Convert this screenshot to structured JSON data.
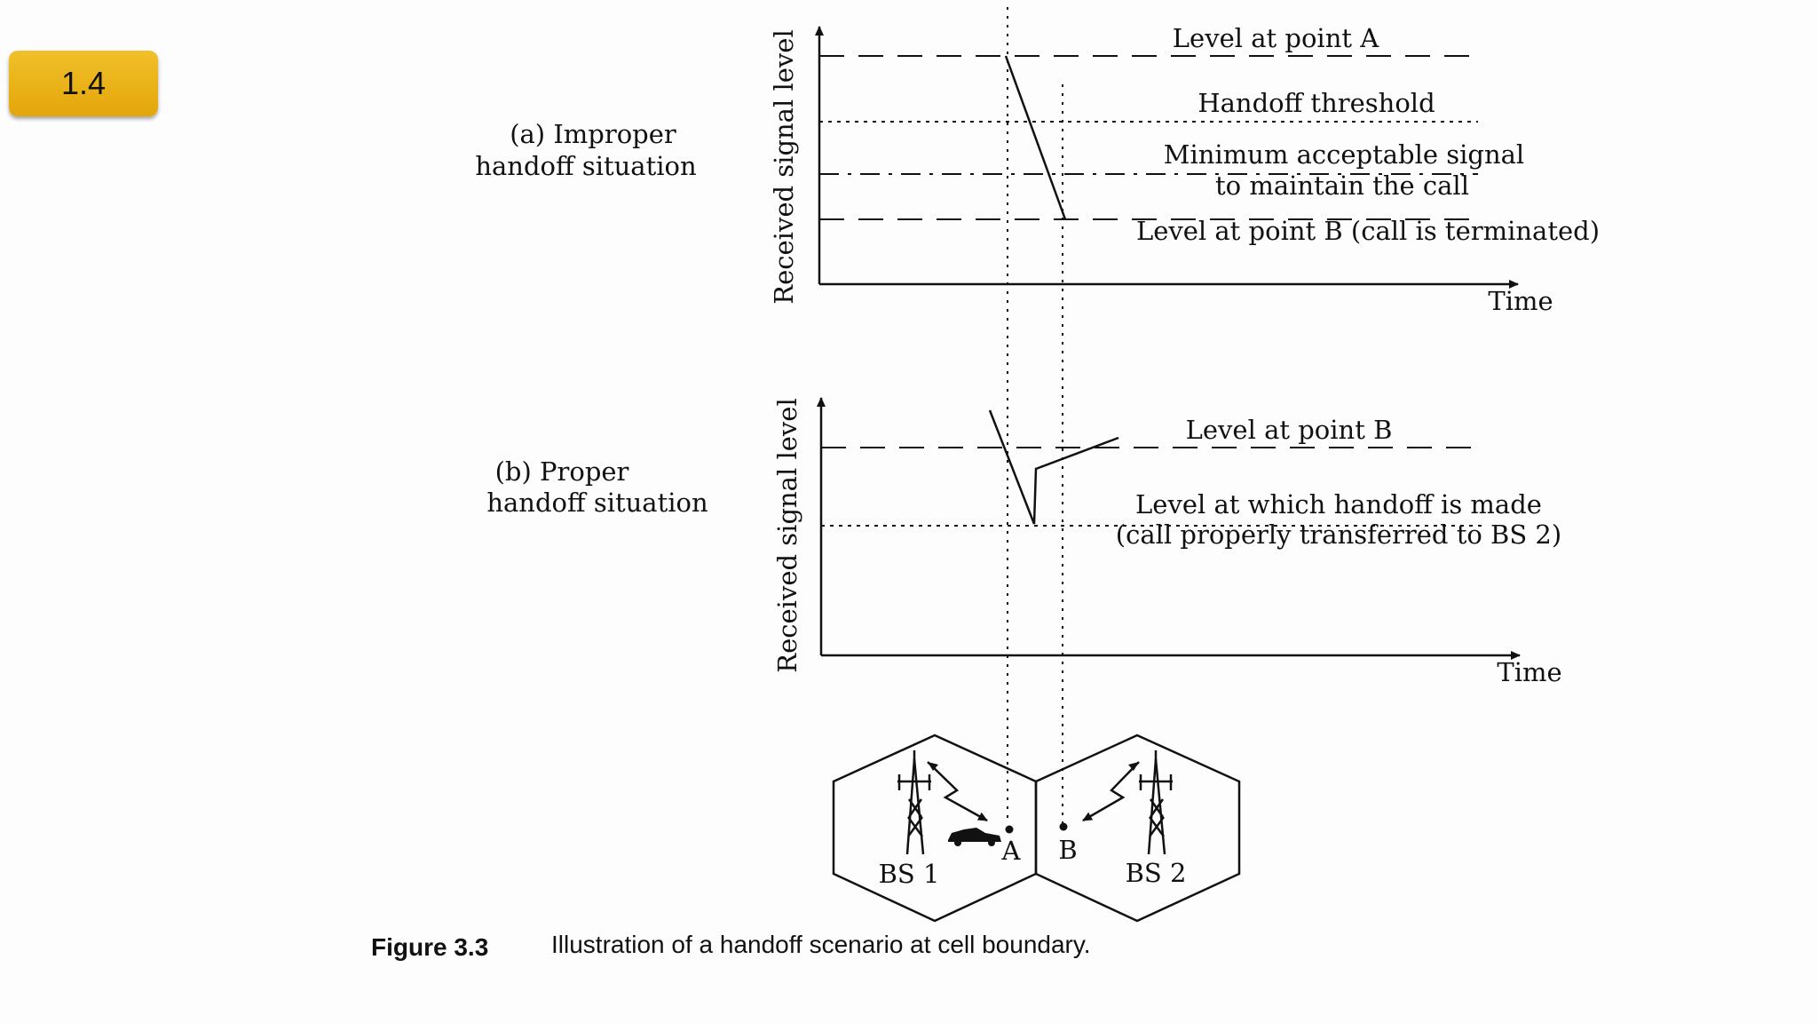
{
  "badge": {
    "label": "1.4",
    "color": "#e6aa0d"
  },
  "diagram": {
    "panel_a": {
      "title_line1": "(a) Improper",
      "title_line2": "handoff situation",
      "y_axis_label": "Received signal level",
      "x_axis_label": "Time",
      "level_a": "Level at point A",
      "threshold": "Handoff threshold",
      "min_signal_line1": "Minimum acceptable signal",
      "min_signal_line2": "to maintain the call",
      "level_b": "Level at point B (call is terminated)"
    },
    "panel_b": {
      "title_line1": "(b) Proper",
      "title_line2": "handoff situation",
      "y_axis_label": "Received signal level",
      "x_axis_label": "Time",
      "level_b": "Level at point B",
      "handoff_line1": "Level at which handoff is made",
      "handoff_line2": "(call properly transferred to BS 2)"
    },
    "cells": {
      "bs1": "BS 1",
      "bs2": "BS 2",
      "point_a": "A",
      "point_b": "B"
    },
    "caption": {
      "number": "Figure 3.3",
      "text": "Illustration of a handoff scenario at cell boundary."
    }
  }
}
